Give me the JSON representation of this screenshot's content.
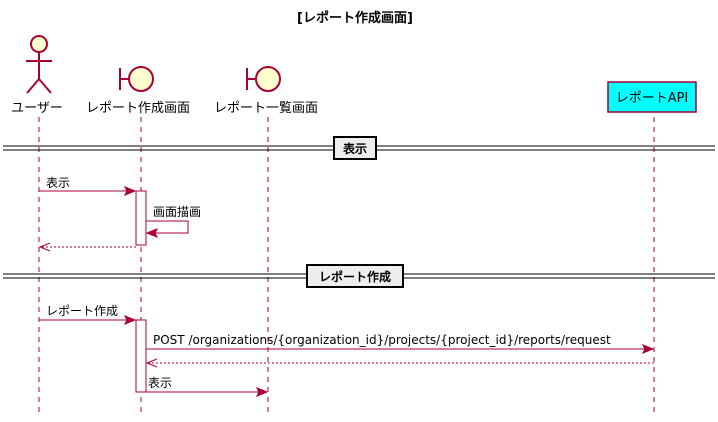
{
  "title": "[レポート作成画面]",
  "participants": {
    "user": {
      "label": "ユーザー",
      "kind": "actor"
    },
    "report_create": {
      "label": "レポート作成画面",
      "kind": "boundary"
    },
    "report_list": {
      "label": "レポート一覧画面",
      "kind": "boundary"
    },
    "report_api": {
      "label": "レポートAPI",
      "kind": "box",
      "fill": "#00FFFF"
    }
  },
  "dividers": [
    {
      "label": "表示"
    },
    {
      "label": "レポート作成"
    }
  ],
  "messages": [
    {
      "from": "user",
      "to": "report_create",
      "text": "表示",
      "style": "solid"
    },
    {
      "from": "report_create",
      "to": "report_create",
      "text": "画面描画",
      "style": "self"
    },
    {
      "from": "report_create",
      "to": "user",
      "text": "",
      "style": "dashed"
    },
    {
      "from": "user",
      "to": "report_create",
      "text": "レポート作成",
      "style": "solid"
    },
    {
      "from": "report_create",
      "to": "report_api",
      "text": "POST /organizations/{organization_id}/projects/{project_id}/reports/request",
      "style": "solid"
    },
    {
      "from": "report_api",
      "to": "report_create",
      "text": "",
      "style": "dashed"
    },
    {
      "from": "report_create",
      "to": "report_list",
      "text": "表示",
      "style": "solid"
    }
  ],
  "colors": {
    "line": "#A80036",
    "participant_fill": "#FEFECE",
    "api_fill": "#00FFFF",
    "divider_fill": "#EEEEEE"
  }
}
